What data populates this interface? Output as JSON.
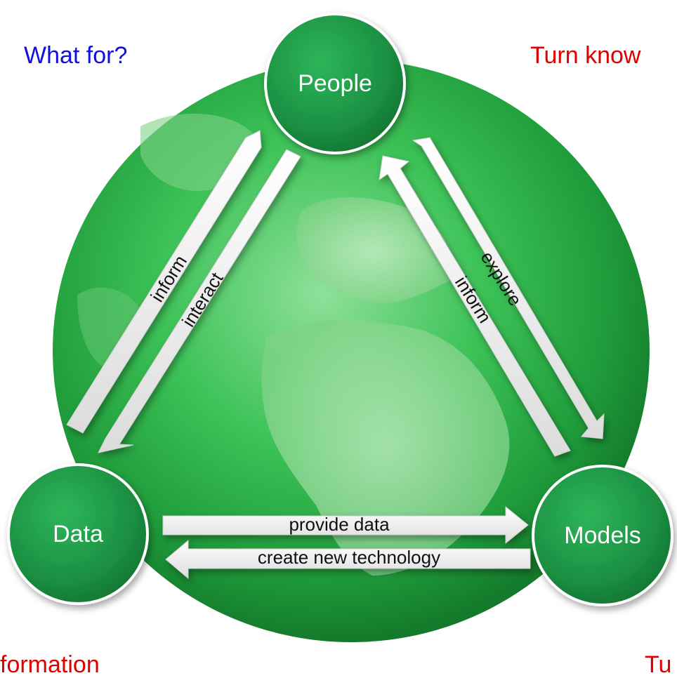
{
  "corner_texts": {
    "top_left": "What for?",
    "top_right": "Turn know",
    "bottom_left": "formation",
    "bottom_right": "Tu"
  },
  "colors": {
    "top_left_text": "#1010e0",
    "top_right_text": "#e00000",
    "bottom_left_text": "#e00000",
    "bottom_right_text": "#e00000",
    "globe": "#33c24f",
    "node": "#1f9a45",
    "arrow": "#f2f2f2"
  },
  "nodes": {
    "people": "People",
    "data": "Data",
    "models": "Models"
  },
  "arrows": {
    "inform_left": "inform",
    "interact": "interact",
    "inform_right": "inform",
    "explore": "explore",
    "provide_data": "provide data",
    "create_new_technology": "create new technology"
  }
}
